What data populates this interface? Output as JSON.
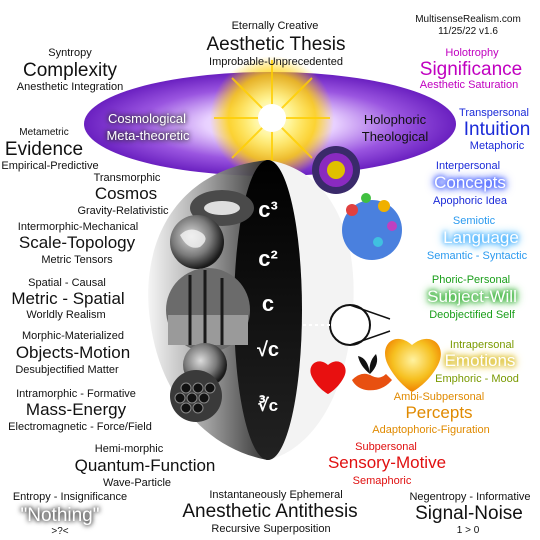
{
  "site": {
    "name": "MultisenseRealism.com",
    "date": "11/25/22 v1.6"
  },
  "ellipse": {
    "left_line1": "Cosmological",
    "left_line2": "Meta-theoretic",
    "right_line1": "Holophoric",
    "right_line2": "Theological"
  },
  "top": {
    "super": "Eternally Creative",
    "title": "Aesthetic Thesis",
    "sub": "Improbable-Unprecedented"
  },
  "left": [
    {
      "id": "complexity",
      "super": "Syntropy",
      "title": "Complexity",
      "sub": "Anesthetic Integration"
    },
    {
      "id": "evidence",
      "super": "Metametric",
      "title": "Evidence",
      "sub": "Empirical-Predictive"
    },
    {
      "id": "cosmos",
      "super": "Transmorphic",
      "title": "Cosmos",
      "sub": "Gravity-Relativistic"
    },
    {
      "id": "scale",
      "super": "Intermorphic-Mechanical",
      "title": "Scale-Topology",
      "sub": "Metric Tensors"
    },
    {
      "id": "metric",
      "super": "Spatial - Causal",
      "title": "Metric - Spatial",
      "sub": "Worldly Realism"
    },
    {
      "id": "objects",
      "super": "Morphic-Materialized",
      "title": "Objects-Motion",
      "sub": "Desubjectified Matter"
    },
    {
      "id": "mass",
      "super": "Intramorphic - Formative",
      "title": "Mass-Energy",
      "sub": "Electromagnetic - Force/Field"
    },
    {
      "id": "quantum",
      "super": "Hemi-morphic",
      "title": "Quantum-Function",
      "sub": "Wave-Particle"
    },
    {
      "id": "nothing",
      "super": "Entropy - Insignificance",
      "title": "\"Nothing\"",
      "sub": ">?<"
    }
  ],
  "right": [
    {
      "id": "significance",
      "super": "Holotrophy",
      "title": "Significance",
      "sub": "Aesthetic Saturation",
      "color": "#c000c0"
    },
    {
      "id": "intuition",
      "super": "Transpersonal",
      "title": "Intuition",
      "sub": "Metaphoric",
      "color": "#1a2ad8"
    },
    {
      "id": "concepts",
      "super": "Interpersonal",
      "title": "Concepts",
      "sub": "Apophoric Idea",
      "color": "#1a2ad8"
    },
    {
      "id": "language",
      "super": "Semiotic",
      "title": "Language",
      "sub": "Semantic - Syntactic",
      "color": "#2a9aef"
    },
    {
      "id": "subject",
      "super": "Phoric-Personal",
      "title": "Subject-Will",
      "sub": "Deobjectified Self",
      "color": "#1a9e1a"
    },
    {
      "id": "emotions",
      "super": "Intrapersonal",
      "title": "Emotions",
      "sub": "Emphoric - Mood",
      "color": "#7a9a00"
    },
    {
      "id": "percepts",
      "super": "Ambi-Subpersonal",
      "title": "Percepts",
      "sub": "Adaptophoric-Figuration",
      "color": "#e08a00"
    },
    {
      "id": "sensory",
      "super": "Subpersonal",
      "title": "Sensory-Motive",
      "sub": "Semaphoric",
      "color": "#e01010"
    },
    {
      "id": "signal",
      "super": "Negentropy - Informative",
      "title": "Signal-Noise",
      "sub": "1 > 0",
      "color": "#111111"
    }
  ],
  "bottom": {
    "super": "Instantaneously Ephemeral",
    "title": "Anesthetic Antithesis",
    "sub": "Recursive Superposition"
  },
  "c_labels": [
    "c³",
    "c²",
    "c",
    "√c",
    "∛c"
  ],
  "colors": {
    "ellipse": "#8a3ad8",
    "sun": "#ffe000",
    "heart": "#e81010",
    "heart_gold": "#f0b000"
  }
}
